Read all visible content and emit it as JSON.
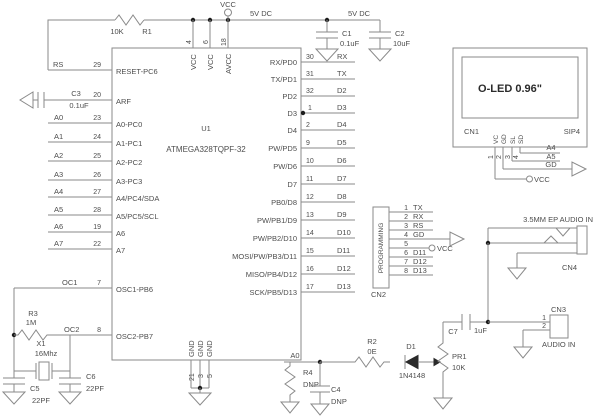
{
  "power": {
    "vcc": "VCC",
    "rail1": "5V DC",
    "rail2": "5V DC",
    "r1_value": "10K",
    "r1_ref": "R1",
    "c1_ref": "C1",
    "c1_value": "0.1uF",
    "c2_ref": "C2",
    "c2_value": "10uF"
  },
  "mcu": {
    "ref": "U1",
    "part": "ATMEGA328TQPF-32",
    "top": {
      "nums": [
        "4",
        "6",
        "18"
      ],
      "labels": [
        "VCC",
        "VCC",
        "AVCC"
      ]
    },
    "bottom": {
      "nums": [
        "21",
        "3",
        "5"
      ],
      "labels": [
        "GND",
        "GND",
        "GND"
      ]
    },
    "left": [
      {
        "net": "RS",
        "num": "29",
        "label": "RESET-PC6"
      },
      {
        "net": "",
        "num": "20",
        "label": "ARF"
      },
      {
        "net": "A0",
        "num": "23",
        "label": "A0-PC0"
      },
      {
        "net": "A1",
        "num": "24",
        "label": "A1-PC1"
      },
      {
        "net": "A2",
        "num": "25",
        "label": "A2-PC2"
      },
      {
        "net": "A3",
        "num": "26",
        "label": "A3-PC3"
      },
      {
        "net": "A4",
        "num": "27",
        "label": "A4/PC4/SDA"
      },
      {
        "net": "A5",
        "num": "28",
        "label": "A5/PC5/SCL"
      },
      {
        "net": "A6",
        "num": "19",
        "label": "A6"
      },
      {
        "net": "A7",
        "num": "22",
        "label": "A7"
      },
      {
        "net": "OC1",
        "num": "7",
        "label": "OSC1-PB6"
      },
      {
        "net": "OC2",
        "num": "8",
        "label": "OSC2-PB7"
      }
    ],
    "right": [
      {
        "num": "30",
        "net": "RX",
        "label": "RX/PD0"
      },
      {
        "num": "31",
        "net": "TX",
        "label": "TX/PD1"
      },
      {
        "num": "32",
        "net": "D2",
        "label": "PD2"
      },
      {
        "num": "1",
        "net": "D3",
        "label": "D3"
      },
      {
        "num": "2",
        "net": "D4",
        "label": "D4"
      },
      {
        "num": "9",
        "net": "D5",
        "label": "PW/PD5"
      },
      {
        "num": "10",
        "net": "D6",
        "label": "PW/D6"
      },
      {
        "num": "11",
        "net": "D7",
        "label": "D7"
      },
      {
        "num": "12",
        "net": "D8",
        "label": "PB0/D8"
      },
      {
        "num": "13",
        "net": "D9",
        "label": "PW/PB1/D9"
      },
      {
        "num": "14",
        "net": "D10",
        "label": "PW/PB2/D10"
      },
      {
        "num": "15",
        "net": "D11",
        "label": "MOSI/PW/PB3/D11"
      },
      {
        "num": "16",
        "net": "D12",
        "label": "MISO/PB4/D12"
      },
      {
        "num": "17",
        "net": "D13",
        "label": "SCK/PB5/D13"
      }
    ]
  },
  "c3": {
    "ref": "C3",
    "value": "0.1uF"
  },
  "osc": {
    "r3_ref": "R3",
    "r3_value": "1M",
    "x1_ref": "X1",
    "x1_value": "16Mhz",
    "c5_ref": "C5",
    "c5_value": "22PF",
    "c6_ref": "C6",
    "c6_value": "22PF"
  },
  "cn2": {
    "title": "PROGRAMMING",
    "ref": "CN2",
    "vcc": "VCC",
    "pins": [
      {
        "num": "1",
        "label": "TX"
      },
      {
        "num": "2",
        "label": "RX"
      },
      {
        "num": "3",
        "label": "RS"
      },
      {
        "num": "4",
        "label": "GD"
      },
      {
        "num": "5",
        "label": ""
      },
      {
        "num": "6",
        "label": "D11"
      },
      {
        "num": "7",
        "label": "D12"
      },
      {
        "num": "8",
        "label": "D13"
      }
    ]
  },
  "oled": {
    "title": "O-LED 0.96\"",
    "ref": "CN1",
    "type": "SIP4",
    "pin_labels": [
      "VC",
      "GD",
      "SL",
      "SD"
    ],
    "pin_nums": [
      "1",
      "2",
      "3",
      "4"
    ],
    "net_a4": "A4",
    "net_a5": "A5",
    "net_gd": "GD",
    "net_vcc": "VCC"
  },
  "cn4": {
    "title": "3.5MM EP AUDIO IN",
    "ref": "CN4"
  },
  "cn3": {
    "ref": "CN3",
    "label": "AUDIO IN",
    "pin1": "1",
    "pin2": "2"
  },
  "analog": {
    "a0": "A0",
    "r4_ref": "R4",
    "r4_value": "DNP",
    "c4_ref": "C4",
    "c4_value": "DNP",
    "r2_ref": "R2",
    "r2_value": "0E",
    "d1_ref": "D1",
    "d1_value": "1N4148",
    "pr1_ref": "PR1",
    "pr1_value": "10K",
    "c7_ref": "C7",
    "c7_value": "1uF"
  }
}
